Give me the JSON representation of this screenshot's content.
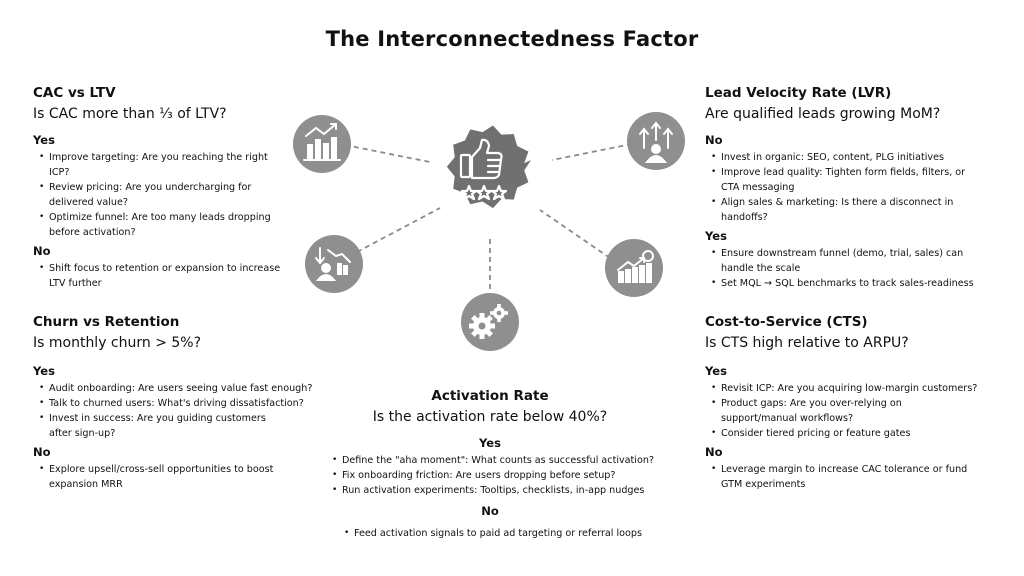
{
  "title": "The Interconnectedness Factor",
  "sections": {
    "cac": {
      "heading": "CAC vs LTV",
      "question": "Is CAC more than ⅓ of LTV?",
      "groups": [
        {
          "label": "Yes",
          "items": [
            "Improve targeting: Are you reaching the right ICP?",
            "Review pricing: Are you undercharging for delivered value?",
            "Optimize funnel: Are too many leads dropping before activation?"
          ]
        },
        {
          "label": "No",
          "items": [
            "Shift focus to retention or expansion to increase LTV further"
          ]
        }
      ]
    },
    "churn": {
      "heading": "Churn vs Retention",
      "question": "Is monthly churn > 5%?",
      "groups": [
        {
          "label": "Yes",
          "items": [
            "Audit onboarding: Are users seeing value fast enough?",
            "Talk to churned users: What's driving dissatisfaction?",
            " Invest in success: Are you guiding customers after sign-up?"
          ]
        },
        {
          "label": "No",
          "items": [
            "Explore upsell/cross-sell opportunities to boost expansion MRR"
          ]
        }
      ]
    },
    "activation": {
      "heading": "Activation Rate",
      "question": "Is the activation rate below 40%?",
      "groups": [
        {
          "label": "Yes",
          "items": [
            "Define the \"aha moment\": What counts as successful activation?",
            "Fix onboarding friction: Are users dropping before setup?",
            "Run activation experiments: Tooltips, checklists, in-app nudges"
          ]
        },
        {
          "label": "No",
          "items": [
            "Feed activation signals to paid ad targeting or referral loops"
          ]
        }
      ]
    },
    "lvr": {
      "heading": "Lead Velocity Rate (LVR)",
      "question": "Are qualified leads growing MoM?",
      "groups": [
        {
          "label": "No",
          "items": [
            "Invest in organic: SEO, content, PLG initiatives",
            "Improve lead quality: Tighten form fields, filters, or CTA messaging",
            "Align sales & marketing: Is there a disconnect in handoffs?"
          ]
        },
        {
          "label": "Yes",
          "items": [
            "Ensure downstream funnel (demo, trial, sales) can handle the scale",
            "Set MQL → SQL benchmarks to track sales-readiness"
          ]
        }
      ]
    },
    "cts": {
      "heading": "Cost-to-Service (CTS)",
      "question": "Is CTS high relative to ARPU?",
      "groups": [
        {
          "label": "Yes",
          "items": [
            "Revisit ICP: Are you acquiring low-margin customers?",
            "Product gaps: Are you over-relying on support/manual workflows?",
            " Consider tiered pricing or feature gates"
          ]
        },
        {
          "label": "No",
          "items": [
            "Leverage margin to increase CAC tolerance or fund GTM experiments"
          ]
        }
      ]
    }
  },
  "diagram": {
    "hub_icon": "thumbs-up-rating-icon",
    "node_color": "#8f8f8f",
    "hub_color": "#6e6e6e",
    "nodes": [
      {
        "id": "cac",
        "icon": "bar-chart-up-icon"
      },
      {
        "id": "churn",
        "icon": "chart-down-user-icon"
      },
      {
        "id": "activation",
        "icon": "gears-icon"
      },
      {
        "id": "lvr",
        "icon": "arrows-up-user-icon"
      },
      {
        "id": "cts",
        "icon": "coin-growth-chart-icon"
      }
    ]
  }
}
